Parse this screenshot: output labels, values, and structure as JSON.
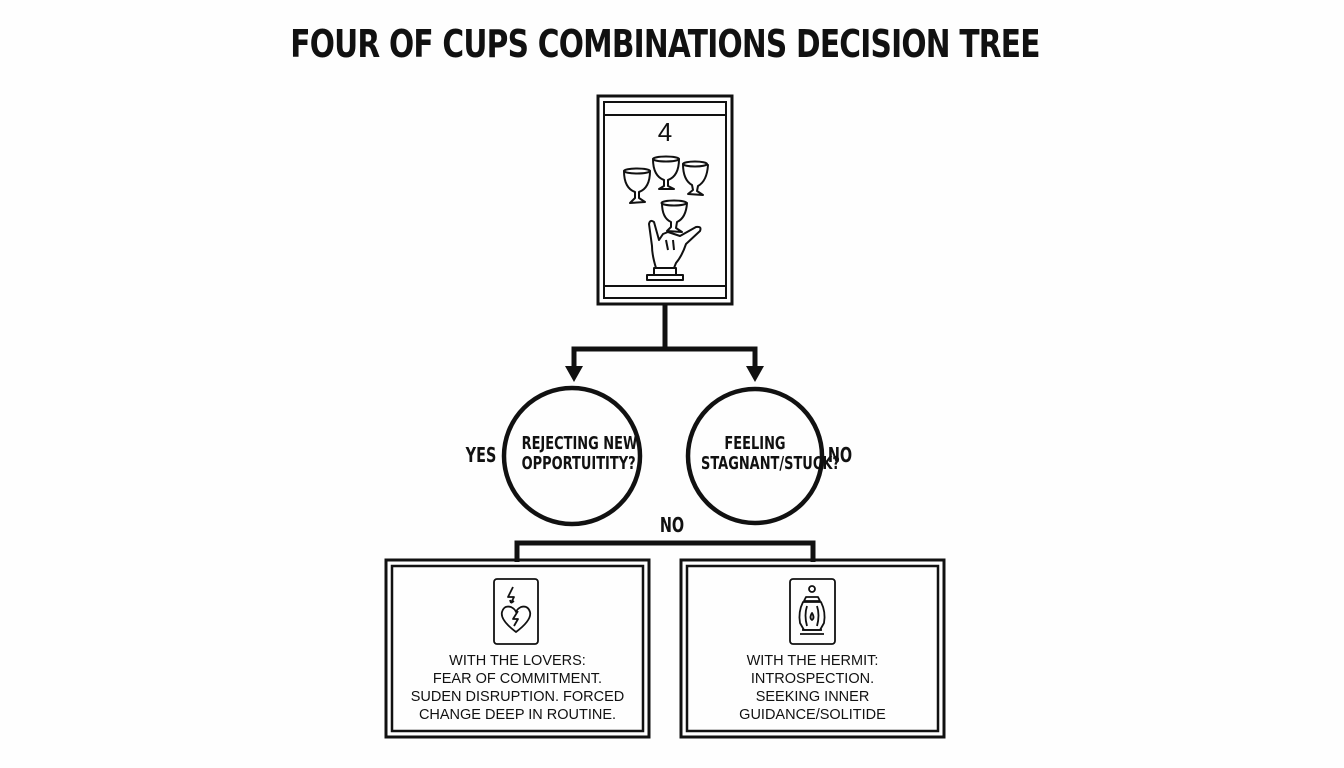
{
  "title": "FOUR OF CUPS COMBINATIONS DECISION TREE",
  "root_card": {
    "number": "4",
    "icon": "four-cups-hand-icon",
    "description": "Four of Cups card: three cups above, hand holding a fourth cup"
  },
  "decisions": {
    "left": {
      "question_line1": "REJECTING NEW",
      "question_line2": "OPPORTUITITY?",
      "side_label": "YES"
    },
    "right": {
      "question_line1": "FEELING",
      "question_line2": "STAGNANT/STUCK?",
      "side_label": "NO"
    },
    "branch_label": "NO"
  },
  "outcomes": [
    {
      "icon": "heart-lightning-card-icon",
      "lines": [
        "WITH THE LOVERS:",
        "FEAR OF COMMITMENT.",
        "SUDEN DISRUPTION. FORCED",
        "CHANGE DEEP IN ROUTINE."
      ]
    },
    {
      "icon": "lantern-card-icon",
      "lines": [
        "WITH THE HERMIT:",
        "INTROSPECTION.",
        "SEEKING INNER",
        "GUIDANCE/SOLITIDE"
      ]
    }
  ],
  "colors": {
    "ink": "#111111",
    "background": "#fefefe"
  }
}
